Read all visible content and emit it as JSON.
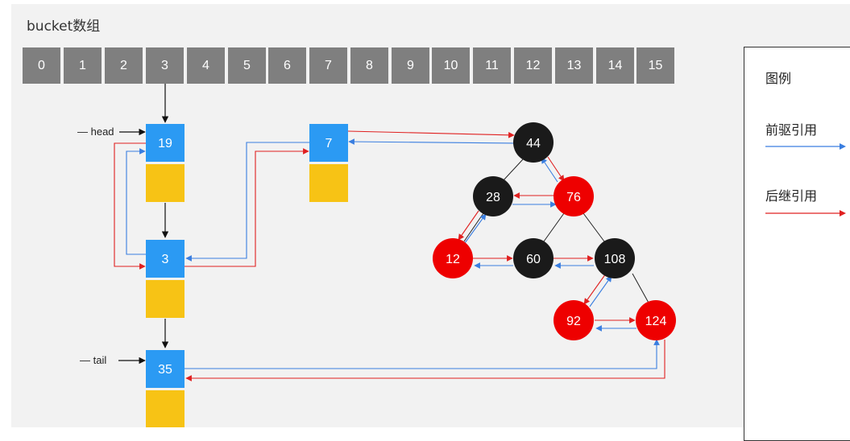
{
  "title": "bucket数组",
  "buckets": [
    "0",
    "1",
    "2",
    "3",
    "4",
    "5",
    "6",
    "7",
    "8",
    "9",
    "10",
    "11",
    "12",
    "13",
    "14",
    "15"
  ],
  "list_nodes": {
    "n19": "19",
    "n3": "3",
    "n35": "35",
    "n7": "7"
  },
  "pointer_labels": {
    "head": "— head",
    "tail": "— tail"
  },
  "tree_nodes": {
    "t44": "44",
    "t28": "28",
    "t76": "76",
    "t12": "12",
    "t60": "60",
    "t108": "108",
    "t92": "92",
    "t124": "124"
  },
  "legend": {
    "title": "图例",
    "prev_label": "前驱引用",
    "next_label": "后继引用"
  },
  "colors": {
    "bucket": "#7f7f7f",
    "list_node": "#2b9af3",
    "payload": "#f7c315",
    "tree_black": "#1a1a1a",
    "tree_red": "#ee0000",
    "prev_ref": "#3a7ee0",
    "next_ref": "#e02020"
  }
}
